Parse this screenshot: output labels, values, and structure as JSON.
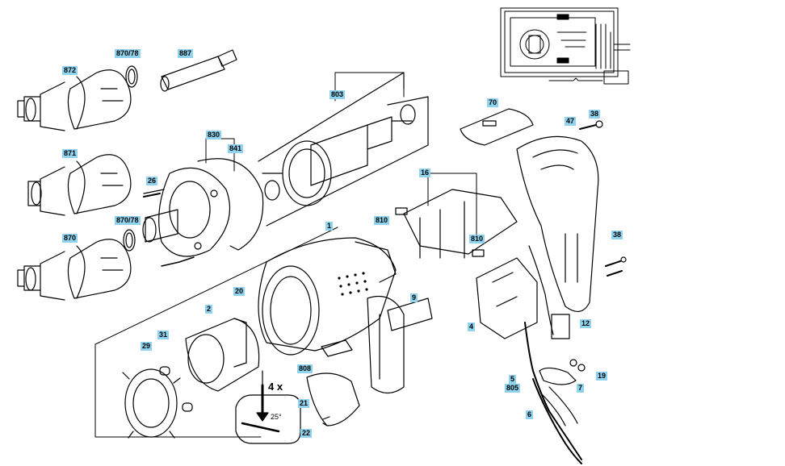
{
  "labels": {
    "p872": "872",
    "p870_78_top": "870/78",
    "p887": "887",
    "p871": "871",
    "p870_78_mid": "870/78",
    "p870": "870",
    "p26": "26",
    "p830": "830",
    "p841": "841",
    "p803": "803",
    "p70": "70",
    "p47": "47",
    "p38_top": "38",
    "p38_right": "38",
    "p16": "16",
    "p810_left": "810",
    "p810_right": "810",
    "p1": "1",
    "p20": "20",
    "p2": "2",
    "p31": "31",
    "p29": "29",
    "p9": "9",
    "p4": "4",
    "p12": "12",
    "p808": "808",
    "p21": "21",
    "p22": "22",
    "p5": "5",
    "p805": "805",
    "p7": "7",
    "p19": "19",
    "p6": "6"
  },
  "annotation": {
    "multiplier": "4 x",
    "angle": "25°"
  }
}
